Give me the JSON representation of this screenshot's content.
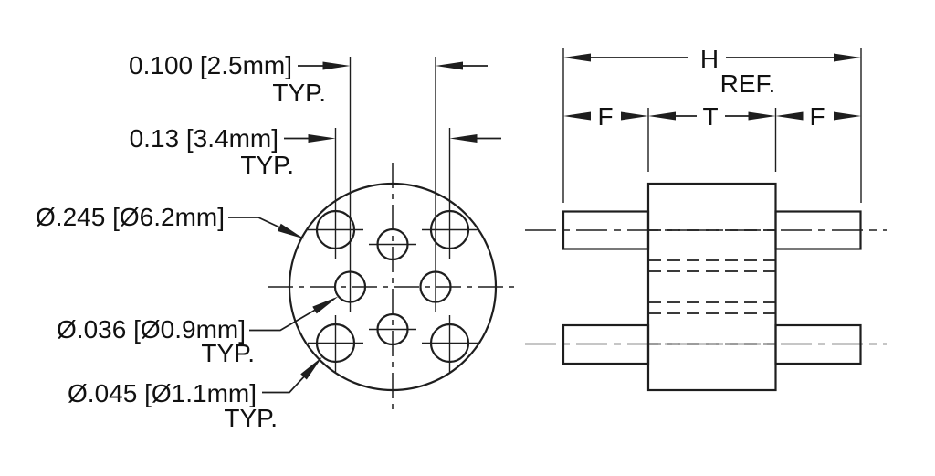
{
  "drawing": {
    "front_view": {
      "pitch_dim": {
        "value": "0.100 [2.5mm]",
        "qualifier": "TYP."
      },
      "corner_pitch_dim": {
        "value": "0.13 [3.4mm]",
        "qualifier": "TYP."
      },
      "outer_dia_dim": {
        "value": "Ø.245 [Ø6.2mm]"
      },
      "small_hole_dim": {
        "value": "Ø.036 [Ø0.9mm]",
        "qualifier": "TYP."
      },
      "large_hole_dim": {
        "value": "Ø.045 [Ø1.1mm]",
        "qualifier": "TYP."
      }
    },
    "side_view": {
      "overall_dim": {
        "value": "H",
        "qualifier": "REF."
      },
      "lead_left_dim": {
        "value": "F"
      },
      "body_dim": {
        "value": "T"
      },
      "lead_right_dim": {
        "value": "F"
      }
    },
    "colors": {
      "line": "#1e1e1e",
      "background": "#ffffff"
    }
  }
}
